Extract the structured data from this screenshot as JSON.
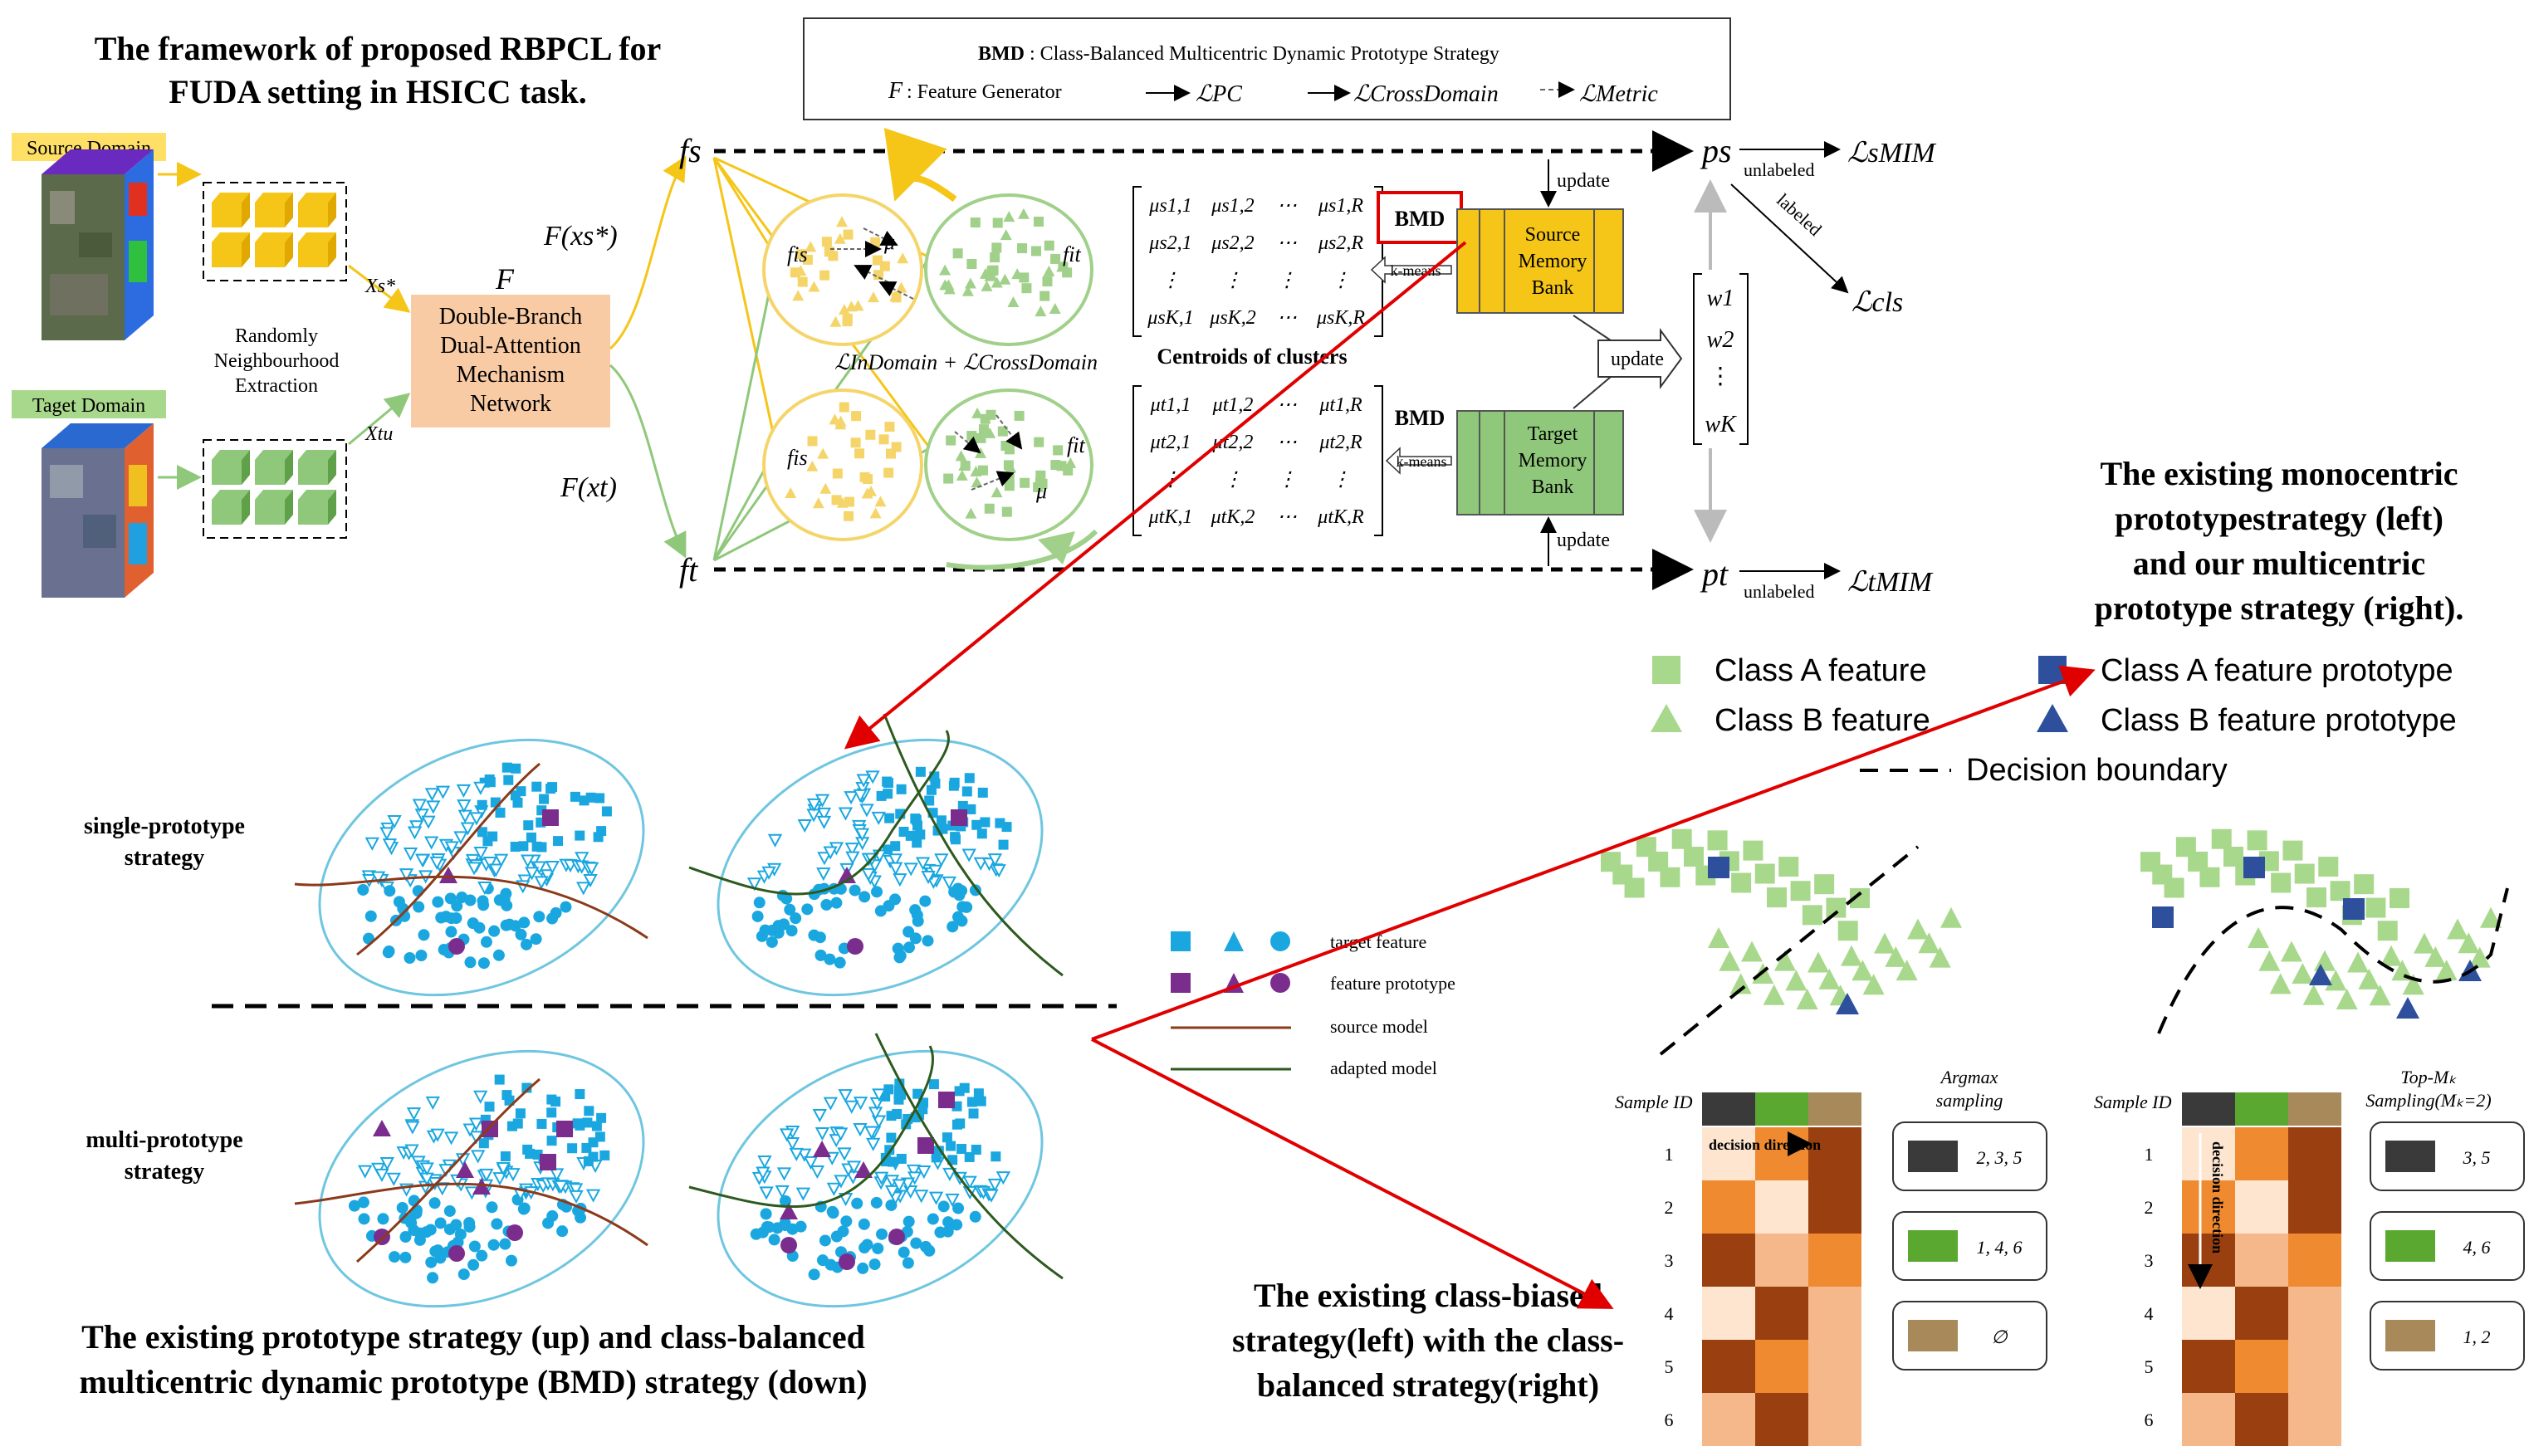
{
  "framework_title": [
    "The framework of proposed RBPCL for",
    "FUDA setting in HSICC task."
  ],
  "legend_box": {
    "bmd_abbr": "BMD",
    "bmd_desc": ": Class-Balanced Multicentric Dynamic Prototype Strategy",
    "f_label": "F",
    "f_desc": ": Feature Generator",
    "l_pc": "ℒPC",
    "l_cross": "ℒCrossDomain",
    "l_metric": "ℒMetric"
  },
  "source_domain": "Source Domain",
  "target_domain": "Taget Domain",
  "extraction_label": [
    "Randomly",
    "Neighbourhood",
    "Extraction"
  ],
  "x_source": "Xs*",
  "x_target": "Xtu",
  "network_F": "F",
  "network_label": [
    "Double-Branch",
    "Dual-Attention",
    "Mechanism",
    "Network"
  ],
  "f_xs": "F(xs*)",
  "f_xt": "F(xt)",
  "fs": "fs",
  "ft": "ft",
  "fis": "fis",
  "fit": "fit",
  "mu": "μ",
  "loss_in_cross": "ℒInDomain + ℒCrossDomain",
  "centroids_label": "Centroids of clusters",
  "bmd_box": "BMD",
  "kmeans": "k-means",
  "source_memory": [
    "Source",
    "Memory",
    "Bank"
  ],
  "target_memory": [
    "Target",
    "Memory",
    "Bank"
  ],
  "update": "update",
  "weights": [
    "w1",
    "w2",
    "⋮",
    "wK"
  ],
  "ps": "ps",
  "pt": "pt",
  "unlabeled": "unlabeled",
  "labeled": "labeled",
  "l_mim_s": "ℒsMIM",
  "l_mim_t": "ℒtMIM",
  "l_cls": "ℒcls",
  "monocentric_title": [
    "The existing monocentric",
    "prototypestrategy (left)",
    "and our multicentric",
    "prototype strategy (right)."
  ],
  "feature_legend": {
    "class_a_feature": "Class A feature",
    "class_b_feature": "Class B feature",
    "class_a_proto": "Class A feature prototype",
    "class_b_proto": "Class B feature prototype",
    "decision_boundary": "Decision boundary"
  },
  "single_proto": [
    "single-prototype",
    "strategy"
  ],
  "multi_proto": [
    "multi-prototype",
    "strategy"
  ],
  "proto_legend": {
    "target_feature": "target feature",
    "feature_prototype": "feature prototype",
    "source_model": "source model",
    "adapted_model": "adapted model"
  },
  "bottom_left_caption": [
    "The existing prototype strategy (up) and  class-balanced",
    "multicentric dynamic prototype (BMD) strategy (down)"
  ],
  "bottom_mid_caption": [
    "The existing class-biased",
    "strategy(left) with the class-",
    "balanced strategy(right)"
  ],
  "sample_id": "Sample ID",
  "row_ids": [
    "1",
    "2",
    "3",
    "4",
    "5",
    "6"
  ],
  "decision_direction": "decision direction",
  "argmax_title": [
    "Argmax",
    "sampling"
  ],
  "argmax_results": [
    "2, 3, 5",
    "1, 4, 6",
    "∅"
  ],
  "topm_title": [
    "Top-Mₖ",
    "Sampling(Mₖ=2)"
  ],
  "topm_results": [
    "3, 5",
    "4, 6",
    "1, 2"
  ],
  "colors": {
    "yellow": "#f5c518",
    "green": "#8fc87a",
    "blue_feature": "#1aa7e0",
    "purple": "#7b2d8e",
    "red_arrow": "#e00000",
    "peach": "#f9cba4",
    "source_legend": "#ffe066",
    "target_legend": "#a8d88b"
  },
  "heatmap_left": [
    [
      0,
      1,
      2
    ],
    [
      0,
      1,
      2
    ],
    [
      1,
      0,
      2
    ],
    [
      2,
      0,
      1
    ],
    [
      1,
      0,
      2
    ],
    [
      2,
      0,
      1
    ]
  ],
  "heatmap_right": [
    [
      0,
      1,
      2
    ],
    [
      0,
      1,
      2
    ],
    [
      1,
      0,
      2
    ],
    [
      2,
      0,
      1
    ],
    [
      1,
      0,
      2
    ],
    [
      2,
      0,
      1
    ]
  ]
}
